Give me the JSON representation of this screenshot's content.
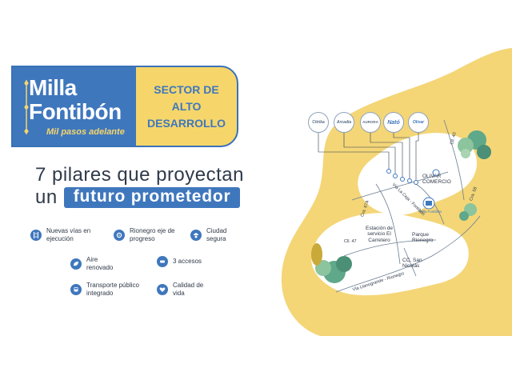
{
  "logo": {
    "line1": "Milla",
    "line2": "Fontibón",
    "tagline": "Mil pasos adelante"
  },
  "sector": {
    "text": "SECTOR DE ALTO DESARROLLO"
  },
  "headline": {
    "line1": "7 pilares que proyectan",
    "line2_prefix": "un",
    "line2_highlight": "futuro prometedor"
  },
  "pillars": [
    {
      "label": "Nuevas vías en ejecución",
      "icon": "road-icon"
    },
    {
      "label": "Rionegro eje de progreso",
      "icon": "gear-icon"
    },
    {
      "label": "Ciudad segura",
      "icon": "police-icon"
    },
    {
      "label": "Aire renovado",
      "icon": "leaf-icon"
    },
    {
      "label": "3 accesos",
      "icon": "access-icon"
    },
    {
      "label": "Transporte público integrado",
      "icon": "bus-icon"
    },
    {
      "label": "Calidad de vida",
      "icon": "heart-icon"
    }
  ],
  "brands": [
    {
      "name": "Citrika"
    },
    {
      "name": "Arcadia"
    },
    {
      "name": "AURORA"
    },
    {
      "name": "Nató"
    },
    {
      "name": "Olivar"
    }
  ],
  "map": {
    "places": {
      "olivar": "OLIVAR COMERCIO",
      "estacion": "Estación de servicio El Carretero",
      "parque": "Parque Rionegro",
      "cc": "CC. San Nicolás",
      "mall": "Milla Fontibón"
    },
    "roads": {
      "cll47": "Cll. 47",
      "cra67a": "Cra. 67A",
      "via_llano": "Vía Llanogrande - Rionegro",
      "via_la_ceja": "Vía La Ceja - Fontibón",
      "cll_40": "Cll. 40",
      "cra_58": "Cra. 58"
    }
  },
  "colors": {
    "blue": "#3f77bd",
    "yellow": "#f6d66a",
    "map_blob": "#f4d677",
    "text": "#2f3a4a"
  }
}
